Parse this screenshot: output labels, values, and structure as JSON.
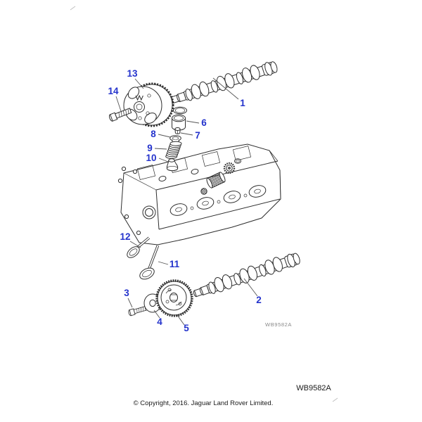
{
  "figure": {
    "description_code": "WB9582A",
    "callouts": [
      {
        "label": "1"
      },
      {
        "label": "2"
      },
      {
        "label": "3"
      },
      {
        "label": "4"
      },
      {
        "label": "5"
      },
      {
        "label": "6"
      },
      {
        "label": "7"
      },
      {
        "label": "8"
      },
      {
        "label": "9"
      },
      {
        "label": "10"
      },
      {
        "label": "11"
      },
      {
        "label": "12"
      },
      {
        "label": "13"
      },
      {
        "label": "14"
      }
    ]
  },
  "footer": {
    "drawing_code": "WB9582A",
    "copyright": "© Copyright, 2016. Jaguar Land Rover Limited."
  },
  "colors": {
    "callout_blue": "#2433cc",
    "line_dark": "#2e2e2e",
    "watermark_gray": "#8a8a8a",
    "background": "#ffffff"
  }
}
